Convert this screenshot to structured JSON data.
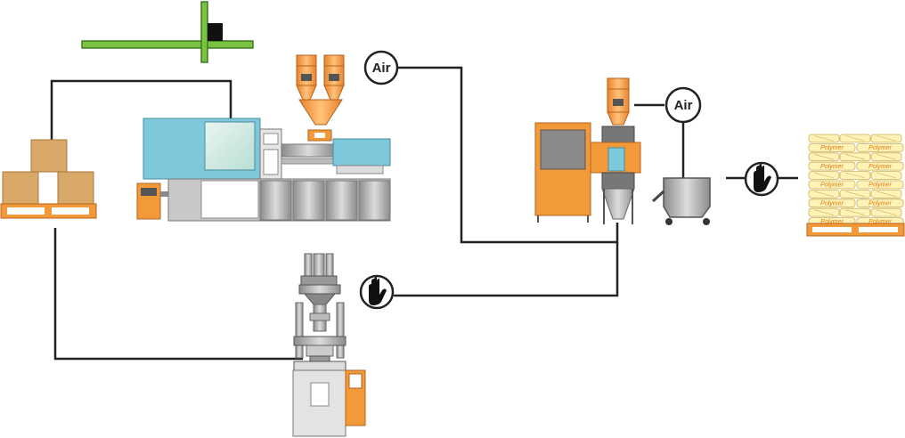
{
  "diagram": {
    "air_labels": [
      "Air",
      "Air"
    ],
    "bag_label": "Polymer",
    "colors": {
      "line": "#222222",
      "orange": "#f29a3a",
      "machine_blue": "#7ec8dc",
      "steel_gray": "#a9a9a9",
      "box_tan": "#d9a96a",
      "green_arm": "#7cc242",
      "bag_yellow": "#fff3b8"
    },
    "icons": [
      "air-node-icon",
      "hand-stop-icon",
      "pallet-icon",
      "hopper-dryer-icon"
    ]
  }
}
